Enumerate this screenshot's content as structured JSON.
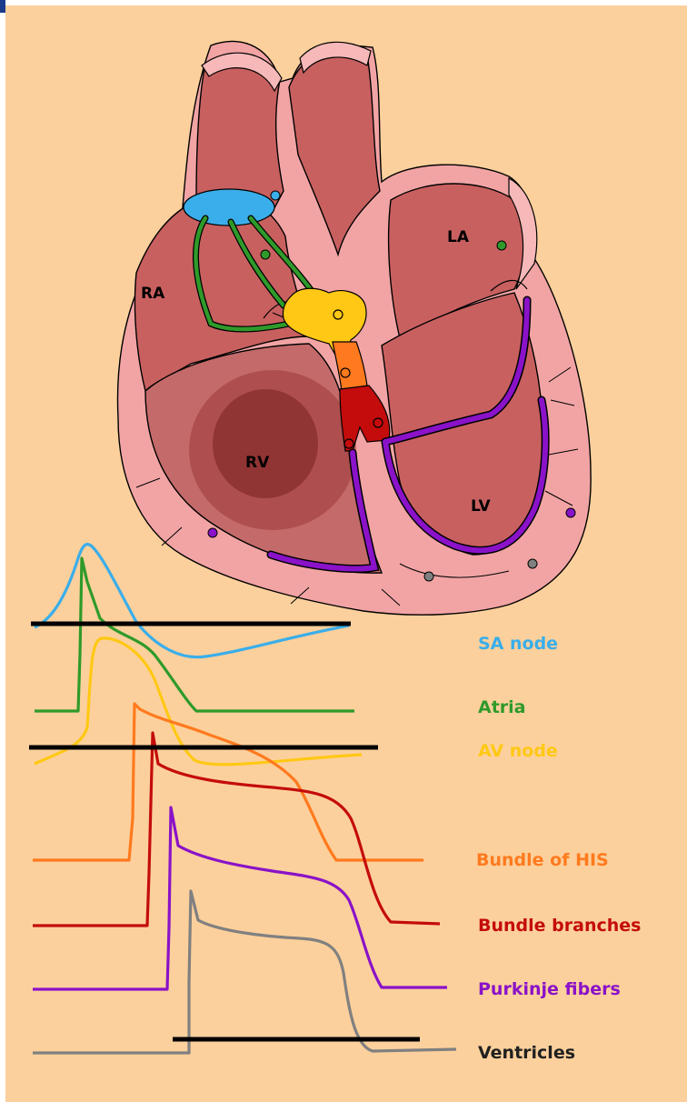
{
  "chambers": {
    "ra": "RA",
    "la": "LA",
    "rv": "RV",
    "lv": "LV"
  },
  "legend": {
    "sa_node": "SA node",
    "atria": "Atria",
    "av_node": "AV node",
    "bundle_of_his": "Bundle of HIS",
    "bundle_branches": "Bundle branches",
    "purkinje_fibers": "Purkinje fibers",
    "ventricles": "Ventricles"
  },
  "colors": {
    "background": "#fcd09c",
    "sa_node": "#3aaeea",
    "atria": "#2f9a2a",
    "av_node": "#ffc814",
    "bundle_of_his": "#ff7a1e",
    "bundle_branches": "#c40c0c",
    "purkinje_fibers": "#8a12c8",
    "ventricles": "#808080"
  }
}
